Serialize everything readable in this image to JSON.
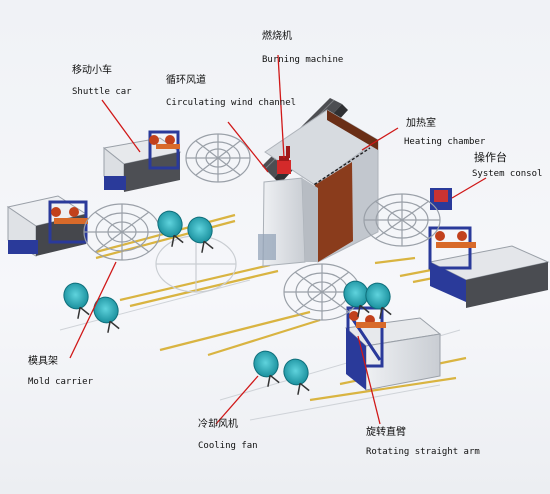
{
  "labels": {
    "burning_machine": {
      "cn": "燃烧机",
      "en": "Burning machine"
    },
    "shuttle_car": {
      "cn": "移动小车",
      "en": "Shuttle car"
    },
    "circulating_wind_channel": {
      "cn": "循环风道",
      "en": "Circulating wind channel"
    },
    "heating_chamber": {
      "cn": "加热室",
      "en": "Heating chamber"
    },
    "system_console": {
      "cn": "操作台",
      "en": "System consol"
    },
    "mold_carrier": {
      "cn": "模具架",
      "en": "Mold carrier"
    },
    "cooling_fan": {
      "cn": "冷却风机",
      "en": "Cooling fan"
    },
    "rotating_straight_arm": {
      "cn": "旋转直臂",
      "en": "Rotating straight arm"
    }
  },
  "colors": {
    "leader_line": "#d01818",
    "fan_teal": "#22a9b8",
    "frame_blue": "#2a3a9a",
    "rail_yellow": "#d9b441",
    "cabinet_gray": "#dfe2e6",
    "heater_accent": "#8a3c1c"
  }
}
